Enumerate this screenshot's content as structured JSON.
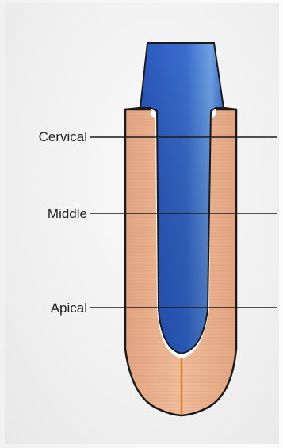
{
  "diagram": {
    "regions": [
      {
        "id": "cervical",
        "label": "Cervical"
      },
      {
        "id": "middle",
        "label": "Middle"
      },
      {
        "id": "apical",
        "label": "Apical"
      }
    ],
    "colors": {
      "dentin": "#e9b08e",
      "post": "#2f5fc4",
      "post_highlight": "#6fa3e6",
      "outline": "#1a1a1a",
      "canal_gap": "#ffffff",
      "apical_canal": "#d9822b"
    }
  }
}
